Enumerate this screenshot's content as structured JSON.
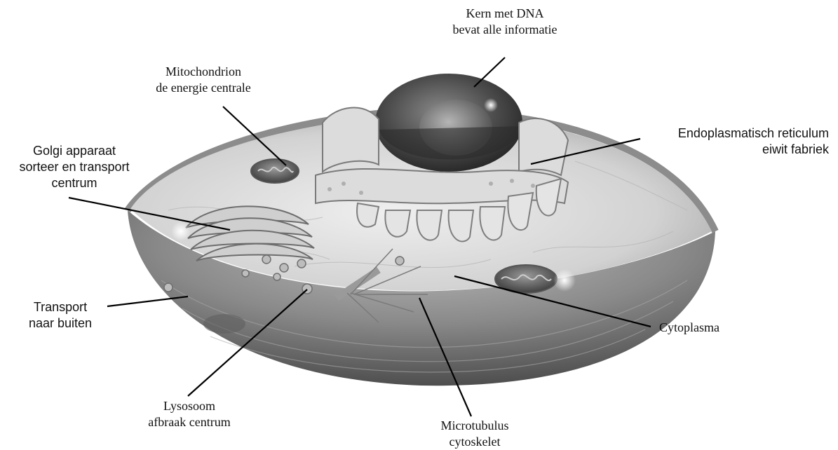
{
  "labels": {
    "kern": {
      "line1": "Kern met DNA",
      "line2": "bevat alle informatie"
    },
    "mitochondrion": {
      "line1": "Mitochondrion",
      "line2": "de energie centrale"
    },
    "golgi": {
      "line1": "Golgi apparaat",
      "line2": "sorteer en transport",
      "line3": "centrum"
    },
    "er": {
      "line1": "Endoplasmatisch reticulum",
      "line2": "eiwit fabriek"
    },
    "transport": {
      "line1": "Transport",
      "line2": "naar buiten"
    },
    "cytoplasma": {
      "line1": "Cytoplasma"
    },
    "lysosoom": {
      "line1": "Lysosoom",
      "line2": "afbraak centrum"
    },
    "microtubulus": {
      "line1": "Microtubulus",
      "line2": "cytoskelet"
    }
  },
  "colors": {
    "background": "#ffffff",
    "text": "#111111",
    "leader_line": "#000000",
    "cell_membrane": "#9a9a9a",
    "cytoplasm_surface": "#d6d6d6",
    "cell_body_shadow": "#6f6f6f",
    "nucleus": "#4a4a4a"
  },
  "icons": [
    "animal-cell-illustration"
  ]
}
